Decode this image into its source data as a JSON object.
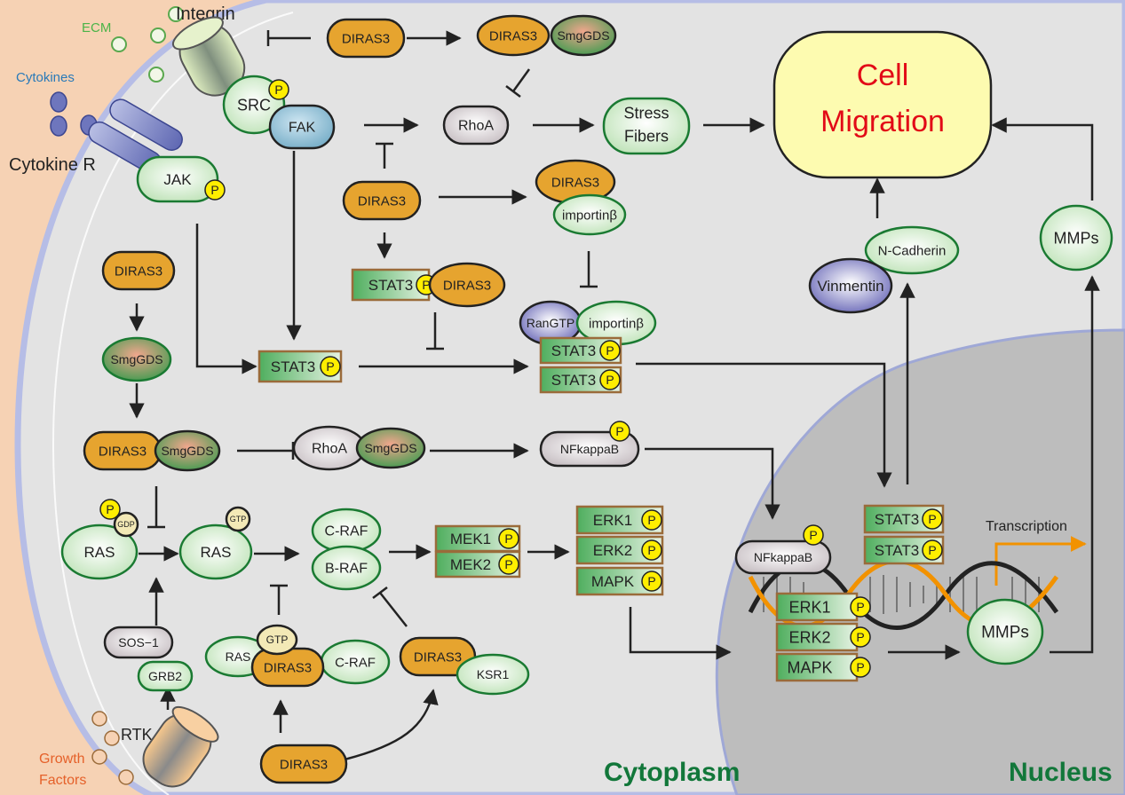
{
  "labels": {
    "ecm": "ECM",
    "cytokines": "Cytokines",
    "cytokine_r": "Cytokine R",
    "integrin": "Integrin",
    "rtk": "RTK",
    "growth_factors": "Growth\nFactors",
    "cytoplasm": "Cytoplasm",
    "nucleus": "Nucleus",
    "transcription": "Transcription",
    "cell_migration": "Cell\nMigration",
    "stress_fibers": "Stress\nFibers"
  },
  "molecules": {
    "diras3": "DIRAS3",
    "smggds": "SmgGDS",
    "src": "SRC",
    "fak": "FAK",
    "jak": "JAK",
    "rhoa": "RhoA",
    "stat3": "STAT3",
    "importin": "importinβ",
    "rangtp": "RanGTP",
    "nfkappab": "NFkappaB",
    "ras": "RAS",
    "gdp": "GDP",
    "gtp": "GTP",
    "craf": "C-RAF",
    "braf": "B-RAF",
    "mek1": "MEK1",
    "mek2": "MEK2",
    "erk1": "ERK1",
    "erk2": "ERK2",
    "mapk": "MAPK",
    "sos1": "SOS−1",
    "grb2": "GRB2",
    "ksr1": "KSR1",
    "ncadherin": "N-Cadherin",
    "vimentin": "Vinmentin",
    "mmps": "MMPs",
    "p": "P"
  },
  "colors": {
    "membrane_outside": "#f6d2b4",
    "cytoplasm": "#e3e3e3",
    "nucleus": "#bdbdbd",
    "diras3_fill": "#e6a42f",
    "green_border": "#1a7a32",
    "box_border": "#9a6b3a",
    "phospho": "#ffee00",
    "cell_migration_bg": "#fdfbb0",
    "cell_migration_text": "#e20a17",
    "compartment_label": "#12773a",
    "transcription_arrow": "#f29200",
    "ecm_label": "#4bb448",
    "cytokines_label": "#2a7ab8",
    "growth_label": "#e5612a"
  }
}
